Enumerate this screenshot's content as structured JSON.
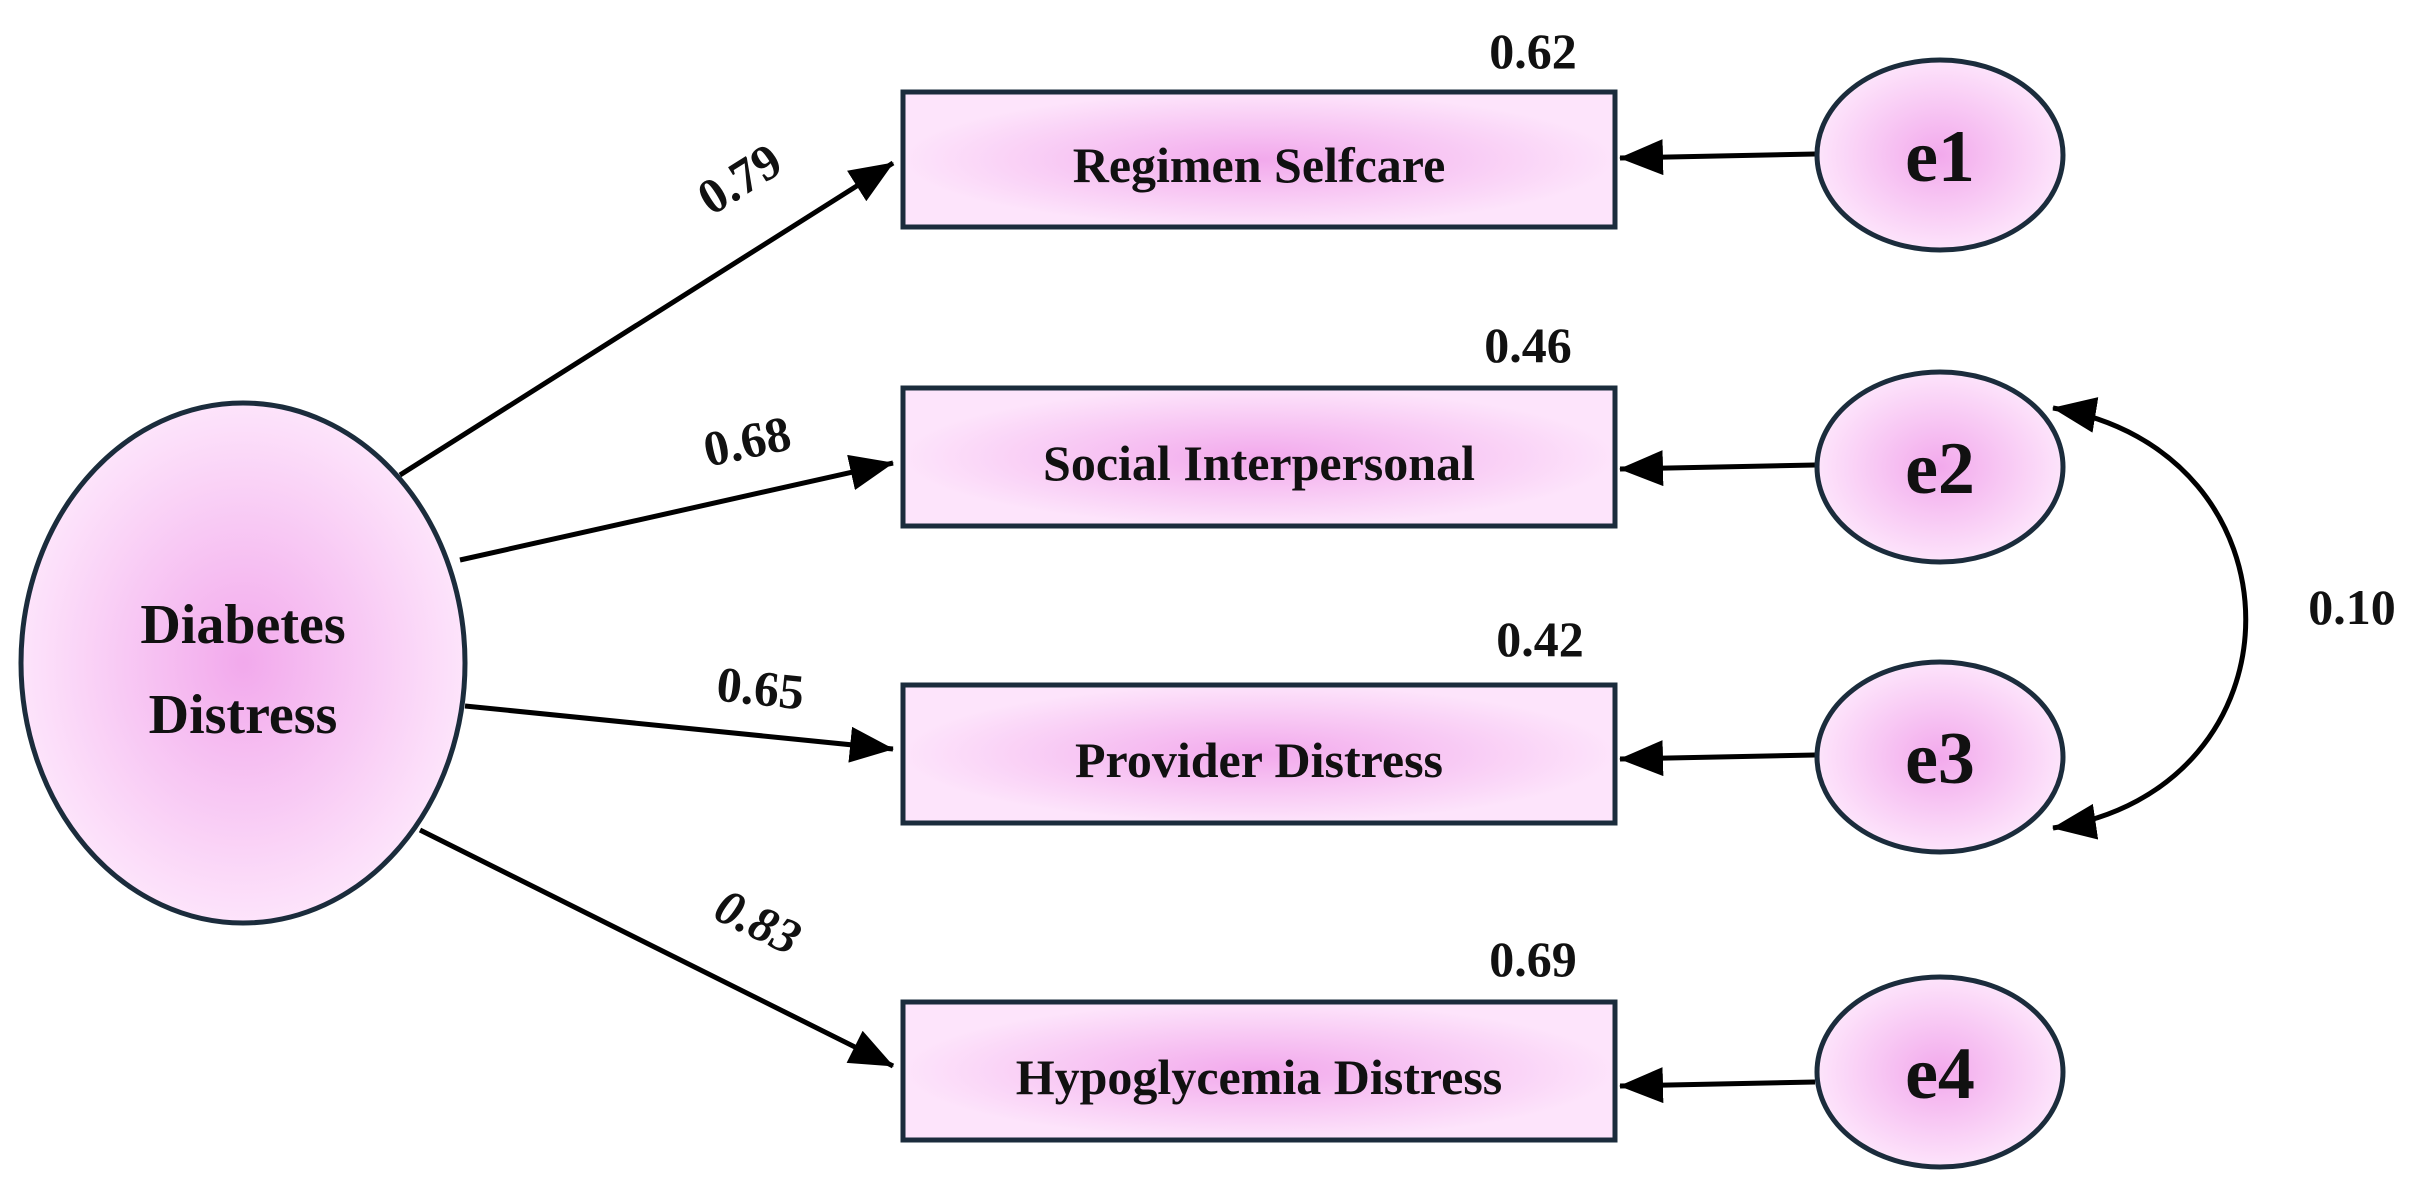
{
  "colors": {
    "fill_center": "#f2a9ec",
    "fill_edge": "#fde4fb",
    "stroke": "#1b2c3c",
    "line": "#000000"
  },
  "latent": {
    "label_line1": "Diabetes",
    "label_line2": "Distress"
  },
  "indicators": [
    {
      "label": "Regimen Selfcare",
      "loading": "0.79",
      "r2": "0.62",
      "error": "e1"
    },
    {
      "label": "Social Interpersonal",
      "loading": "0.68",
      "r2": "0.46",
      "error": "e2"
    },
    {
      "label": "Provider Distress",
      "loading": "0.65",
      "r2": "0.42",
      "error": "e3"
    },
    {
      "label": "Hypoglycemia Distress",
      "loading": "0.83",
      "r2": "0.69",
      "error": "e4"
    }
  ],
  "covariance": {
    "between": [
      "e2",
      "e3"
    ],
    "value": "0.10"
  }
}
